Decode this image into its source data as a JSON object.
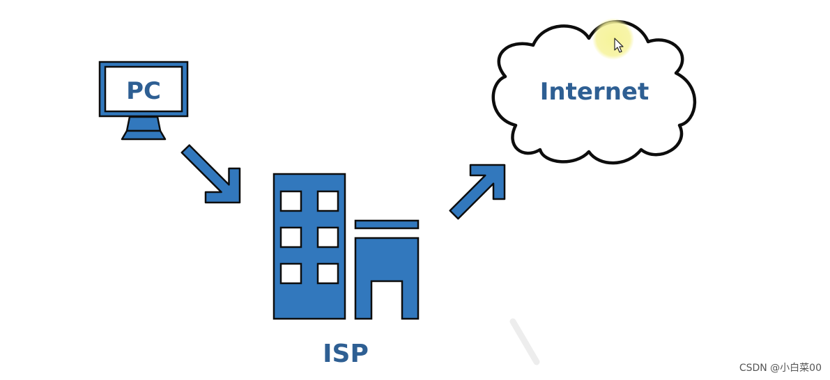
{
  "diagram": {
    "nodes": {
      "pc": {
        "label": "PC",
        "icon": "monitor-icon"
      },
      "isp": {
        "label": "ISP",
        "icon": "building-icon"
      },
      "internet": {
        "label": "Internet",
        "icon": "cloud-icon"
      }
    },
    "edges": [
      {
        "from": "PC",
        "to": "ISP"
      },
      {
        "from": "ISP",
        "to": "Internet"
      }
    ]
  },
  "colors": {
    "primary_blue": "#3278bd",
    "label_blue": "#2e5f93",
    "outline": "#0d0d0d",
    "cursor_highlight": "#f6f39a"
  },
  "watermark": "CSDN @小白菜00"
}
